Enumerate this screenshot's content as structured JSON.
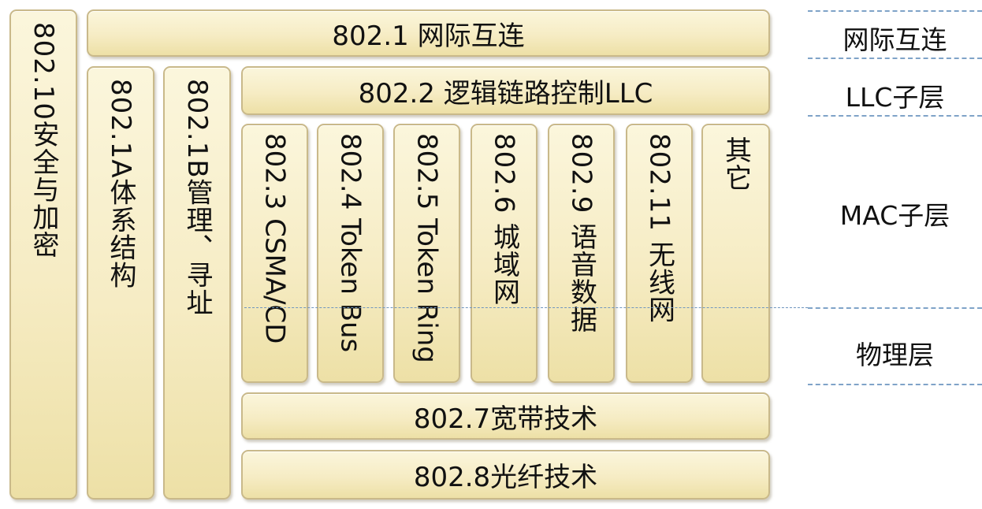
{
  "standards": {
    "s80210": "802.10安全与加密",
    "s8021": "802.1 网际互连",
    "s8021a": "802.1A体系结构",
    "s8021b": "802.1B管理、寻址",
    "s8022": "802.2 逻辑链路控制LLC",
    "s8023": "802.3 CSMA/CD",
    "s8024": "802.4 Token Bus",
    "s8025": "802.5 Token Ring",
    "s8026": "802.6 城域网",
    "s8029": "802.9 语音数据",
    "s80211": "802.11 无线网",
    "other": "其它",
    "s8027": "802.7宽带技术",
    "s8028": "802.8光纤技术"
  },
  "layers": {
    "internetworking": "网际互连",
    "llc": "LLC子层",
    "mac": "MAC子层",
    "physical": "物理层"
  },
  "colors": {
    "box_fill": "#f6ecc4",
    "box_border": "#c9b98a",
    "divider": "#7fa3c8"
  }
}
